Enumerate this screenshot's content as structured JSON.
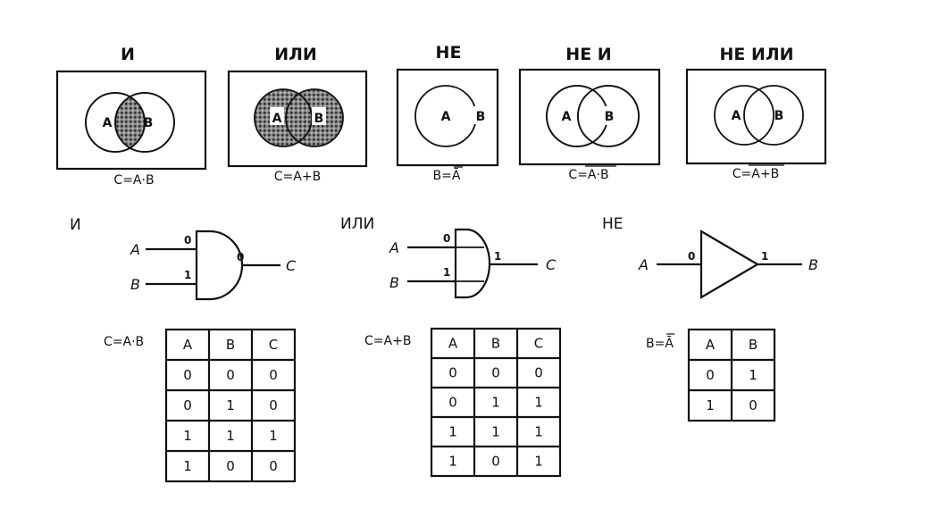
{
  "venn": [
    {
      "title": "И",
      "a_label": "A",
      "b_label": "B",
      "formula": "C=A·B"
    },
    {
      "title": "ИЛИ",
      "a_label": "A",
      "b_label": "B",
      "formula": "C=A+B"
    },
    {
      "title": "НЕ",
      "a_label": "A",
      "b_label": "B",
      "formula": "B=Ā"
    },
    {
      "title": "НЕ И",
      "a_label": "A",
      "b_label": "B",
      "formula": "C=A·B"
    },
    {
      "title": "НЕ ИЛИ",
      "a_label": "A",
      "b_label": "B",
      "formula": "C=A+B"
    }
  ],
  "gates": [
    {
      "label": "И",
      "input_a": "A",
      "input_b": "B",
      "output": "C",
      "value_a": "0",
      "value_b": "1",
      "value_out": "0"
    },
    {
      "label": "ИЛИ",
      "input_a": "A",
      "input_b": "B",
      "output": "C",
      "value_a": "0",
      "value_b": "1",
      "value_out": "1"
    },
    {
      "label": "НЕ",
      "input_a": "A",
      "output": "B",
      "value_a": "0",
      "value_out": "1"
    }
  ],
  "tables": [
    {
      "formula": "C=A·B",
      "headers": [
        "A",
        "B",
        "C"
      ],
      "rows": [
        [
          "0",
          "0",
          "0"
        ],
        [
          "0",
          "1",
          "0"
        ],
        [
          "1",
          "1",
          "1"
        ],
        [
          "1",
          "0",
          "0"
        ]
      ]
    },
    {
      "formula": "C=A+B",
      "headers": [
        "A",
        "B",
        "C"
      ],
      "rows": [
        [
          "0",
          "0",
          "0"
        ],
        [
          "0",
          "1",
          "1"
        ],
        [
          "1",
          "1",
          "1"
        ],
        [
          "1",
          "0",
          "1"
        ]
      ]
    },
    {
      "formula": "B=Ā",
      "headers": [
        "A",
        "B"
      ],
      "rows": [
        [
          "0",
          "1"
        ],
        [
          "1",
          "0"
        ]
      ]
    }
  ],
  "colors": {
    "ink": "#111111",
    "shade": "#6f6f6f",
    "paper": "#ffffff"
  }
}
